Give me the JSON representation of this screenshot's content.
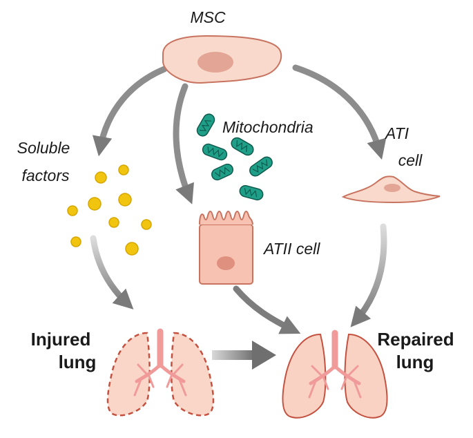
{
  "labels": {
    "msc": "MSC",
    "mitochondria": "Mitochondria",
    "soluble_line1": "Soluble",
    "soluble_line2": "factors",
    "ati_line1": "ATI",
    "ati_line2": "cell",
    "atii": "ATII cell",
    "injured_line1": "Injured",
    "injured_line2": "lung",
    "repaired_line1": "Repaired",
    "repaired_line2": "lung"
  },
  "colors": {
    "cell_fill": "#f9d9cb",
    "cell_stroke": "#c8735f",
    "nucleus": "#e3a595",
    "mito_fill": "#1f9e88",
    "mito_stroke": "#0f5a4d",
    "factor_fill": "#f1c40f",
    "factor_stroke": "#d4a600",
    "arrow": "#8a8a8a",
    "lung_fill": "#f9d2c3",
    "lung_stroke": "#c4513f",
    "airway": "#f09a9a"
  }
}
